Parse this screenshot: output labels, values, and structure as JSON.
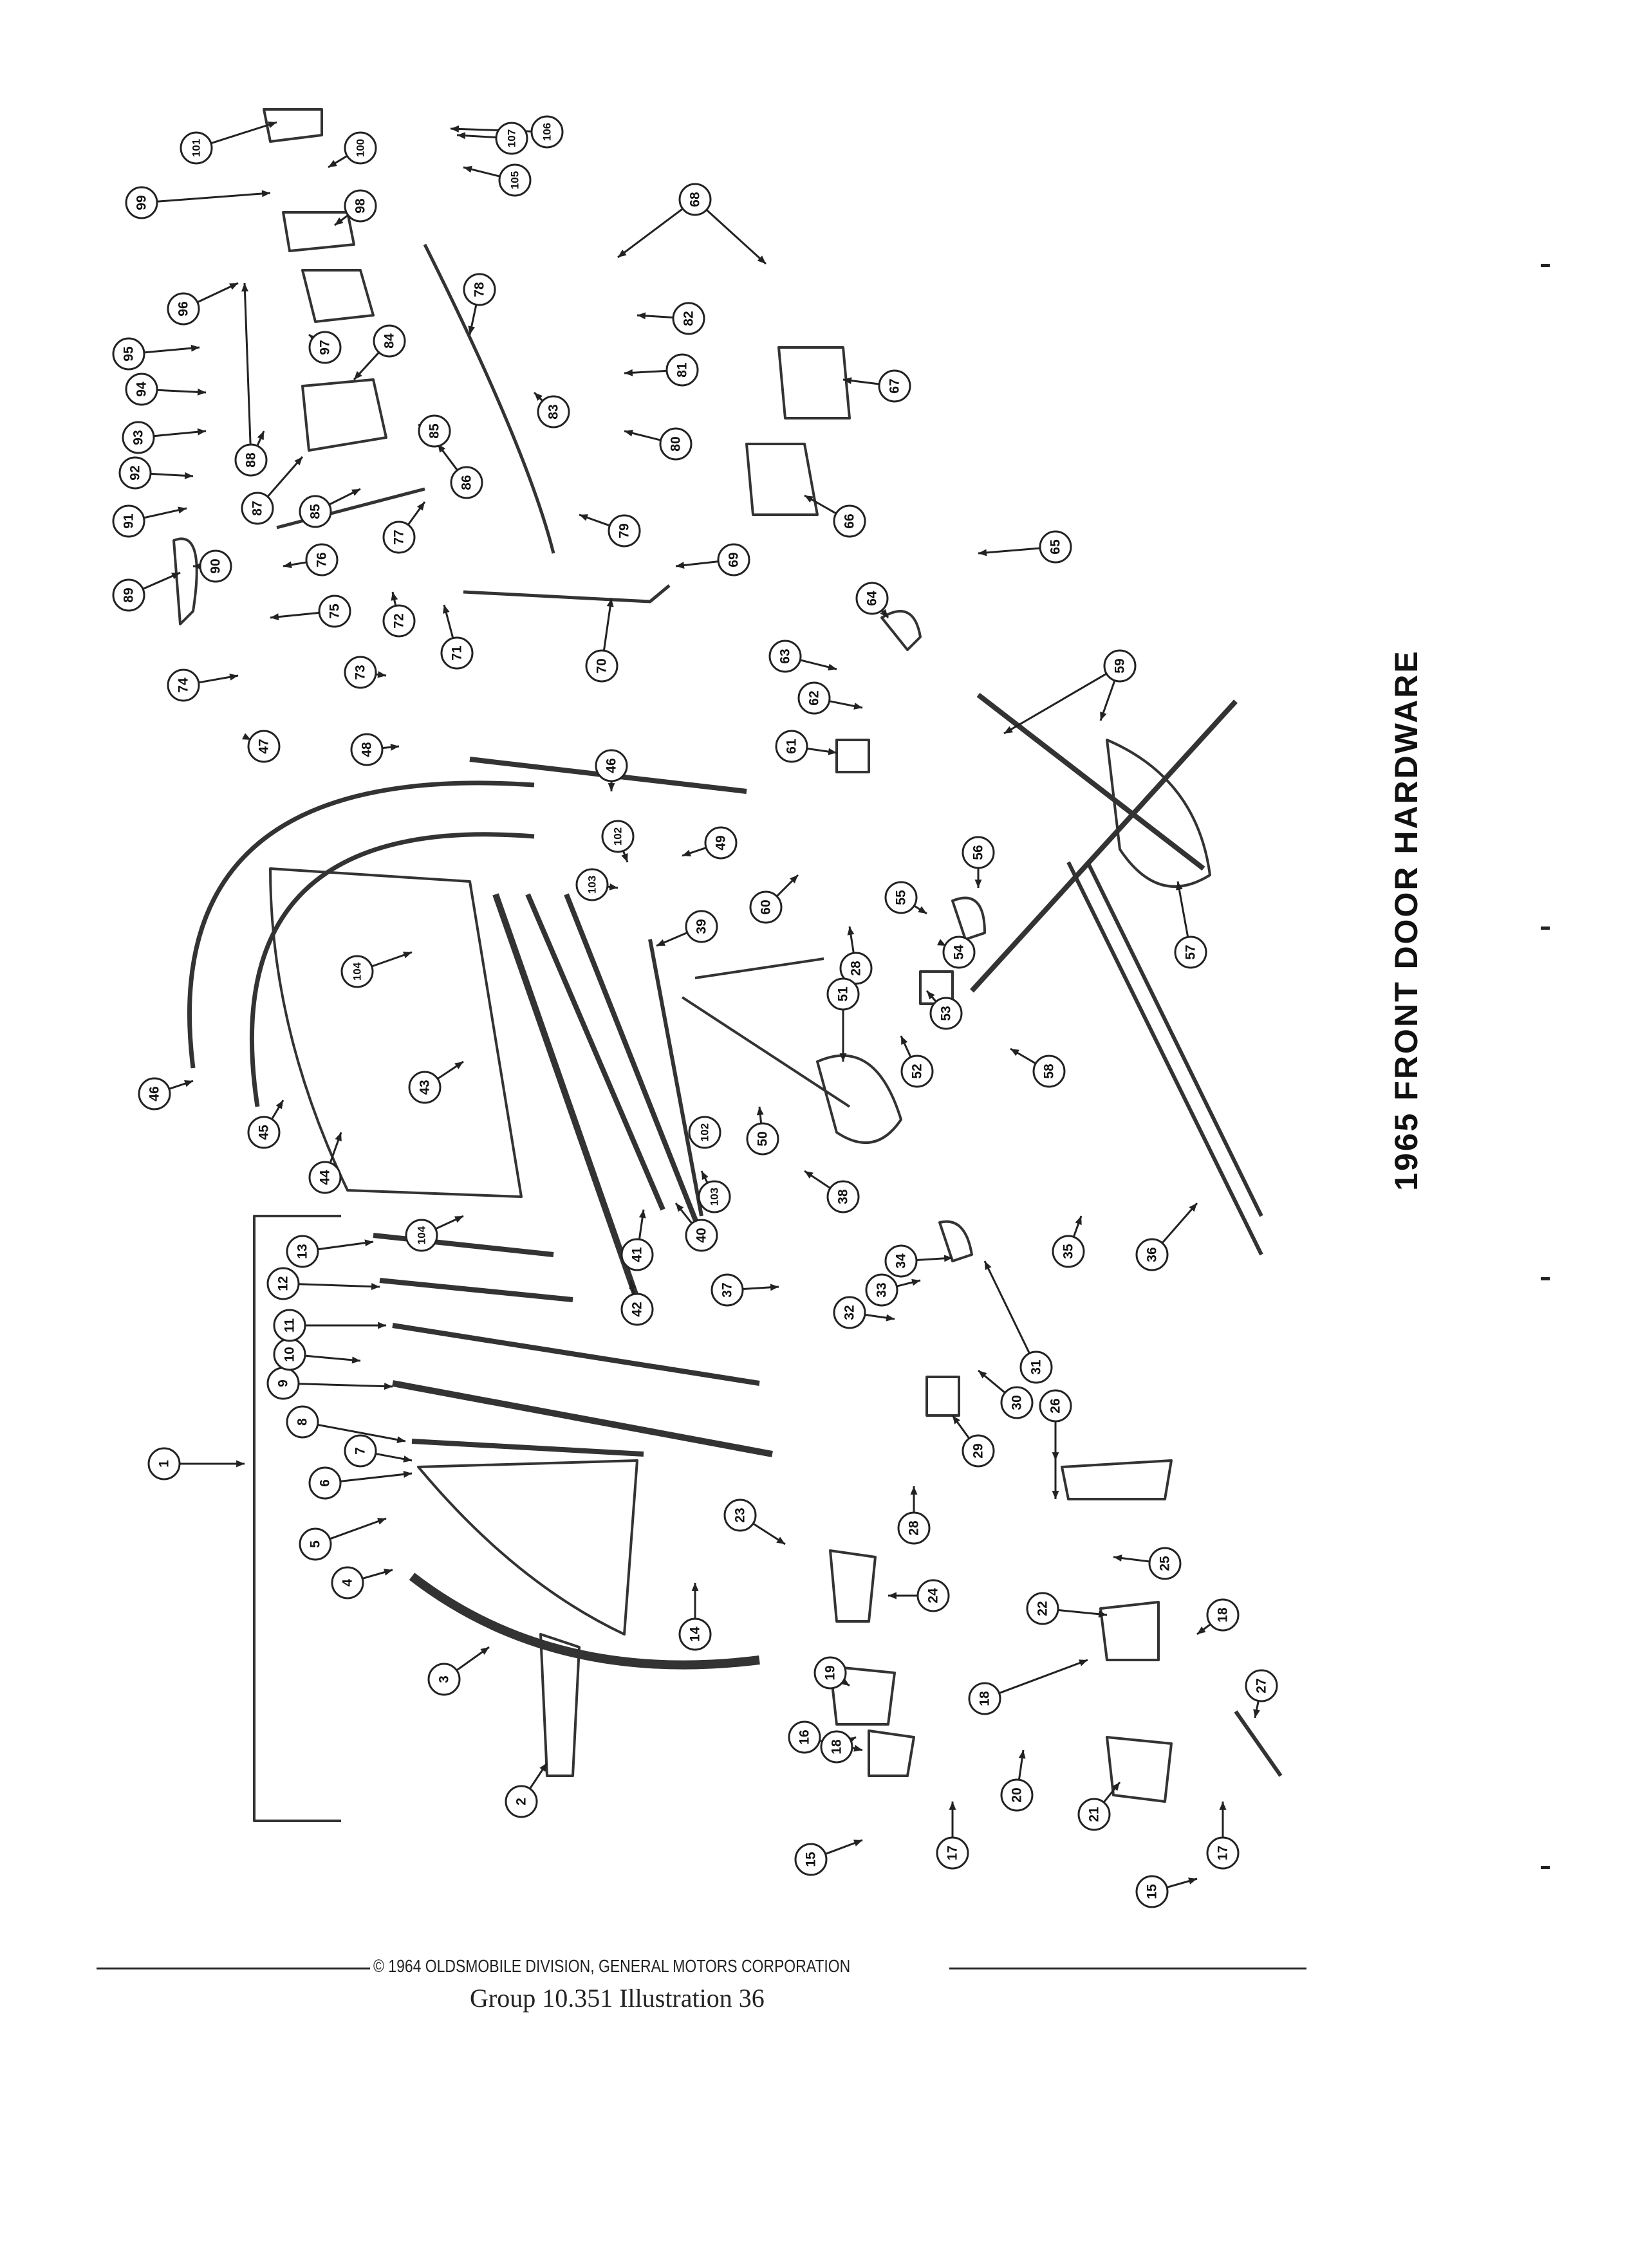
{
  "title": "1965 FRONT DOOR HARDWARE",
  "copyright": "© 1964 OLDSMOBILE DIVISION, GENERAL MOTORS CORPORATION",
  "caption": "Group 10.351   Illustration 36",
  "callouts": [
    {
      "n": "1"
    },
    {
      "n": "2"
    },
    {
      "n": "3"
    },
    {
      "n": "4"
    },
    {
      "n": "5"
    },
    {
      "n": "6"
    },
    {
      "n": "7"
    },
    {
      "n": "8"
    },
    {
      "n": "9"
    },
    {
      "n": "10"
    },
    {
      "n": "11"
    },
    {
      "n": "12"
    },
    {
      "n": "13"
    },
    {
      "n": "14"
    },
    {
      "n": "15"
    },
    {
      "n": "15"
    },
    {
      "n": "16"
    },
    {
      "n": "17"
    },
    {
      "n": "17"
    },
    {
      "n": "18"
    },
    {
      "n": "18"
    },
    {
      "n": "18"
    },
    {
      "n": "19"
    },
    {
      "n": "20"
    },
    {
      "n": "21"
    },
    {
      "n": "22"
    },
    {
      "n": "23"
    },
    {
      "n": "24"
    },
    {
      "n": "25"
    },
    {
      "n": "26"
    },
    {
      "n": "27"
    },
    {
      "n": "28"
    },
    {
      "n": "28"
    },
    {
      "n": "29"
    },
    {
      "n": "30"
    },
    {
      "n": "31"
    },
    {
      "n": "32"
    },
    {
      "n": "33"
    },
    {
      "n": "34"
    },
    {
      "n": "35"
    },
    {
      "n": "36"
    },
    {
      "n": "37"
    },
    {
      "n": "38"
    },
    {
      "n": "39"
    },
    {
      "n": "40"
    },
    {
      "n": "41"
    },
    {
      "n": "42"
    },
    {
      "n": "43"
    },
    {
      "n": "44"
    },
    {
      "n": "45"
    },
    {
      "n": "46"
    },
    {
      "n": "46"
    },
    {
      "n": "47"
    },
    {
      "n": "48"
    },
    {
      "n": "49"
    },
    {
      "n": "50"
    },
    {
      "n": "51"
    },
    {
      "n": "52"
    },
    {
      "n": "53"
    },
    {
      "n": "54"
    },
    {
      "n": "55"
    },
    {
      "n": "56"
    },
    {
      "n": "57"
    },
    {
      "n": "58"
    },
    {
      "n": "59"
    },
    {
      "n": "60"
    },
    {
      "n": "61"
    },
    {
      "n": "62"
    },
    {
      "n": "63"
    },
    {
      "n": "64"
    },
    {
      "n": "65"
    },
    {
      "n": "66"
    },
    {
      "n": "67"
    },
    {
      "n": "68"
    },
    {
      "n": "69"
    },
    {
      "n": "70"
    },
    {
      "n": "71"
    },
    {
      "n": "72"
    },
    {
      "n": "73"
    },
    {
      "n": "74"
    },
    {
      "n": "75"
    },
    {
      "n": "76"
    },
    {
      "n": "77"
    },
    {
      "n": "78"
    },
    {
      "n": "79"
    },
    {
      "n": "80"
    },
    {
      "n": "81"
    },
    {
      "n": "82"
    },
    {
      "n": "83"
    },
    {
      "n": "84"
    },
    {
      "n": "85"
    },
    {
      "n": "85"
    },
    {
      "n": "86"
    },
    {
      "n": "87"
    },
    {
      "n": "88"
    },
    {
      "n": "89"
    },
    {
      "n": "90"
    },
    {
      "n": "91"
    },
    {
      "n": "92"
    },
    {
      "n": "93"
    },
    {
      "n": "94"
    },
    {
      "n": "95"
    },
    {
      "n": "96"
    },
    {
      "n": "97"
    },
    {
      "n": "98"
    },
    {
      "n": "99"
    },
    {
      "n": "100"
    },
    {
      "n": "101"
    },
    {
      "n": "102"
    },
    {
      "n": "102"
    },
    {
      "n": "103"
    },
    {
      "n": "103"
    },
    {
      "n": "104"
    },
    {
      "n": "104"
    },
    {
      "n": "105"
    },
    {
      "n": "106"
    },
    {
      "n": "107"
    }
  ]
}
